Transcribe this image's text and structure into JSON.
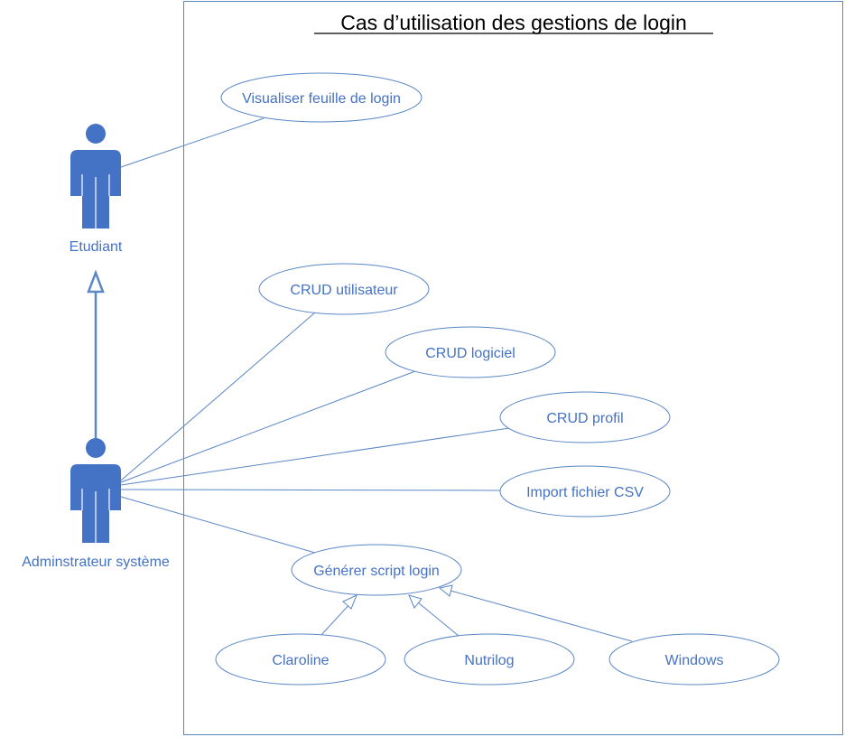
{
  "title": "Cas d’utilisation des gestions de login",
  "actors": {
    "student": {
      "label": "Etudiant"
    },
    "admin": {
      "label": "Adminstrateur système"
    }
  },
  "use_cases": {
    "view_login_sheet": "Visualiser feuille de login",
    "crud_user": "CRUD utilisateur",
    "crud_software": "CRUD logiciel",
    "crud_profile": "CRUD profil",
    "import_csv": "Import fichier CSV",
    "generate_script": "Générer script login",
    "claroline": "Claroline",
    "nutrilog": "Nutrilog",
    "windows": "Windows"
  },
  "colors": {
    "shape_stroke": "#5b87c5",
    "actor_fill": "#4472c4",
    "text": "#4472c4",
    "title": "#000000"
  }
}
